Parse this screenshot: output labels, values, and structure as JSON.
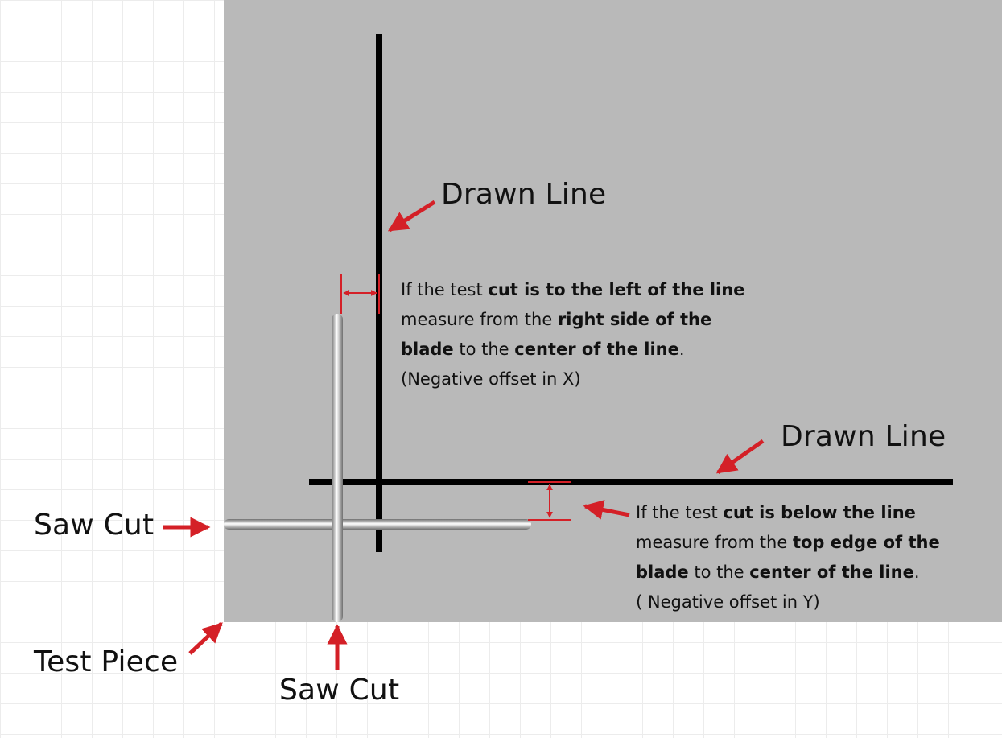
{
  "colors": {
    "test_piece": "#b9b9b9",
    "drawn_line": "#000000",
    "arrow": "#d42027",
    "saw_cut_light": "#ffffff",
    "saw_cut_dark": "#6f6f6f",
    "grid": "#ececec"
  },
  "labels": {
    "drawn_line_vertical": "Drawn Line",
    "drawn_line_horizontal": "Drawn Line",
    "saw_cut_horizontal": "Saw Cut",
    "saw_cut_vertical": "Saw Cut",
    "test_piece": "Test Piece"
  },
  "note_left": {
    "line1_prefix": "If the test ",
    "line1_bold": "cut is to the left of the line",
    "line2_prefix": "measure from the ",
    "line2_bold": "right side of the",
    "line3_bold1": "blade",
    "line3_mid": " to the ",
    "line3_bold2": "center of the line",
    "line3_suffix": ".",
    "line4": "(Negative offset in X)"
  },
  "note_below": {
    "line1_prefix": "If the test ",
    "line1_bold": "cut is below the line",
    "line2_prefix": "measure from the ",
    "line2_bold": "top edge of the",
    "line3_bold1": "blade",
    "line3_mid": " to the ",
    "line3_bold2": "center of the line",
    "line3_suffix": ".",
    "line4": "( Negative offset in Y)"
  }
}
